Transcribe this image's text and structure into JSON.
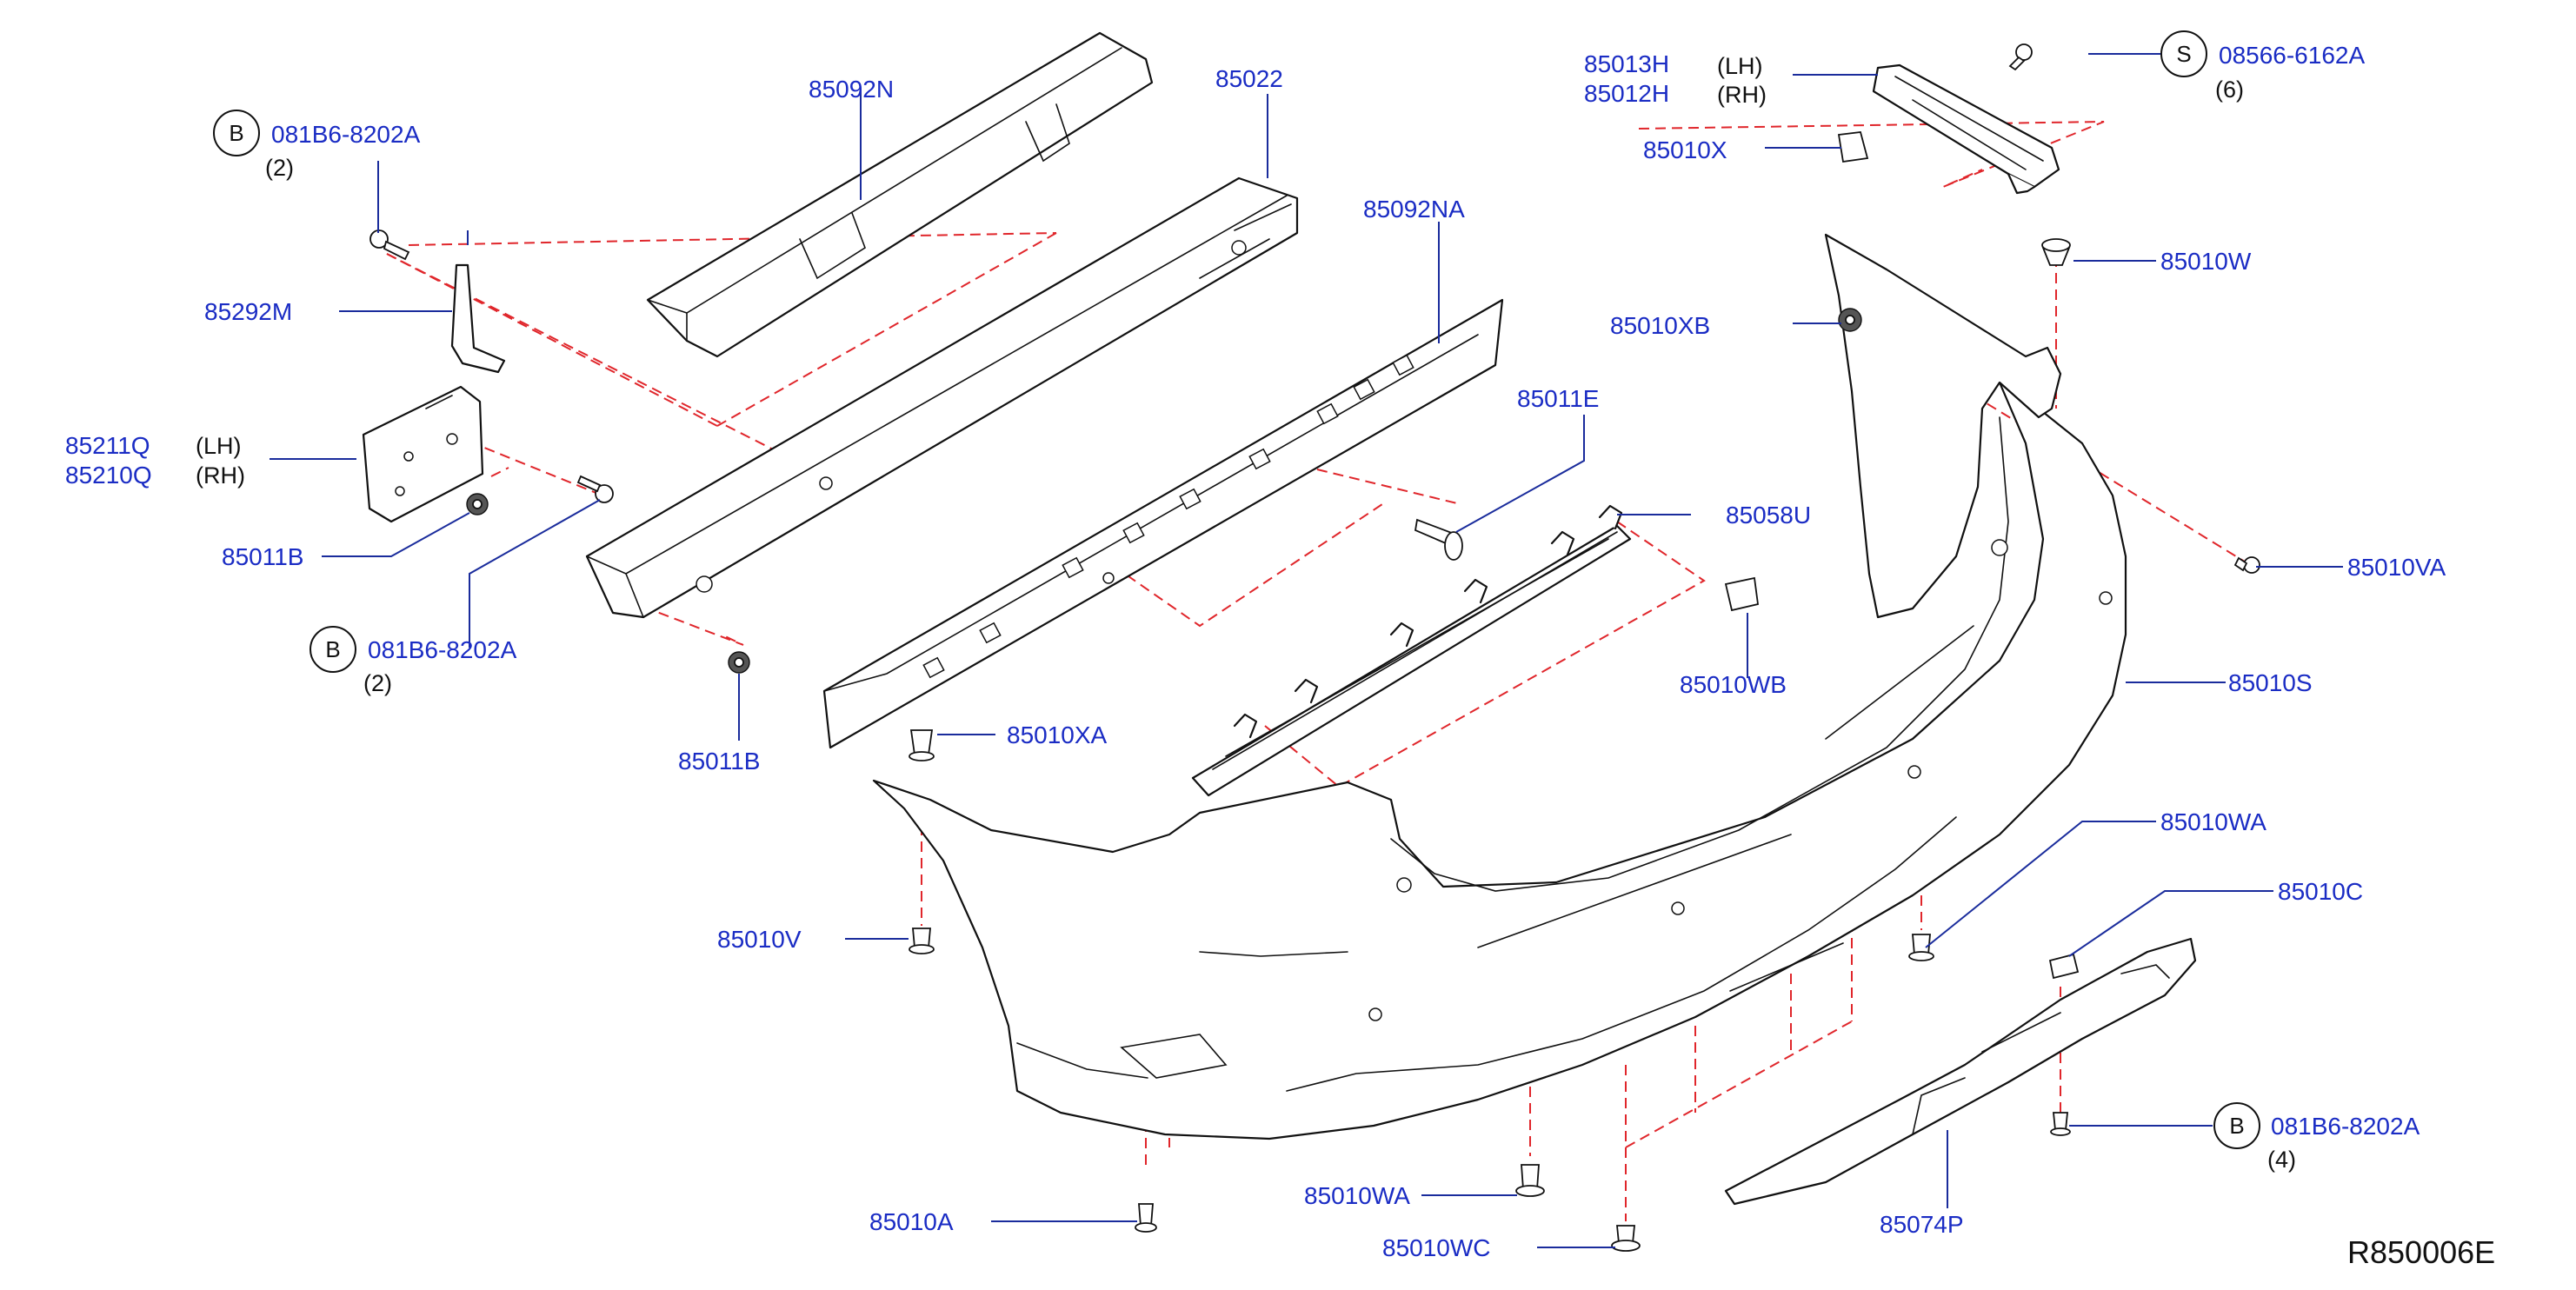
{
  "diagram": {
    "reference_code": "R850006E",
    "part_labels": {
      "p85092N": "85092N",
      "p85022": "85022",
      "p85092NA": "85092NA",
      "p85011E": "85011E",
      "p85058U": "85058U",
      "p85013H": "85013H",
      "p85012H": "85012H",
      "p85010X": "85010X",
      "p85010W": "85010W",
      "p85010XB": "85010XB",
      "p85010VA": "85010VA",
      "p85010WB": "85010WB",
      "p85010S": "85010S",
      "p85010WA_r": "85010WA",
      "p85010C": "85010C",
      "p85074P": "85074P",
      "p85010A": "85010A",
      "p85010WA_b": "85010WA",
      "p85010WC": "85010WC",
      "p85010V": "85010V",
      "p85010XA": "85010XA",
      "p85011B_a": "85011B",
      "p85011B_b": "85011B",
      "p85292M": "85292M",
      "p85211Q": "85211Q",
      "p85210Q": "85210Q"
    },
    "side_notes": {
      "lh_1": "(LH)",
      "rh_1": "(RH)",
      "lh_2": "(LH)",
      "rh_2": "(RH)"
    },
    "callouts": {
      "b1": {
        "letter": "B",
        "code": "081B6-8202A",
        "qty": "(2)"
      },
      "b2": {
        "letter": "B",
        "code": "081B6-8202A",
        "qty": "(2)"
      },
      "b3": {
        "letter": "B",
        "code": "081B6-8202A",
        "qty": "(4)"
      },
      "s1": {
        "letter": "S",
        "code": "08566-6162A",
        "qty": "(6)"
      }
    }
  }
}
